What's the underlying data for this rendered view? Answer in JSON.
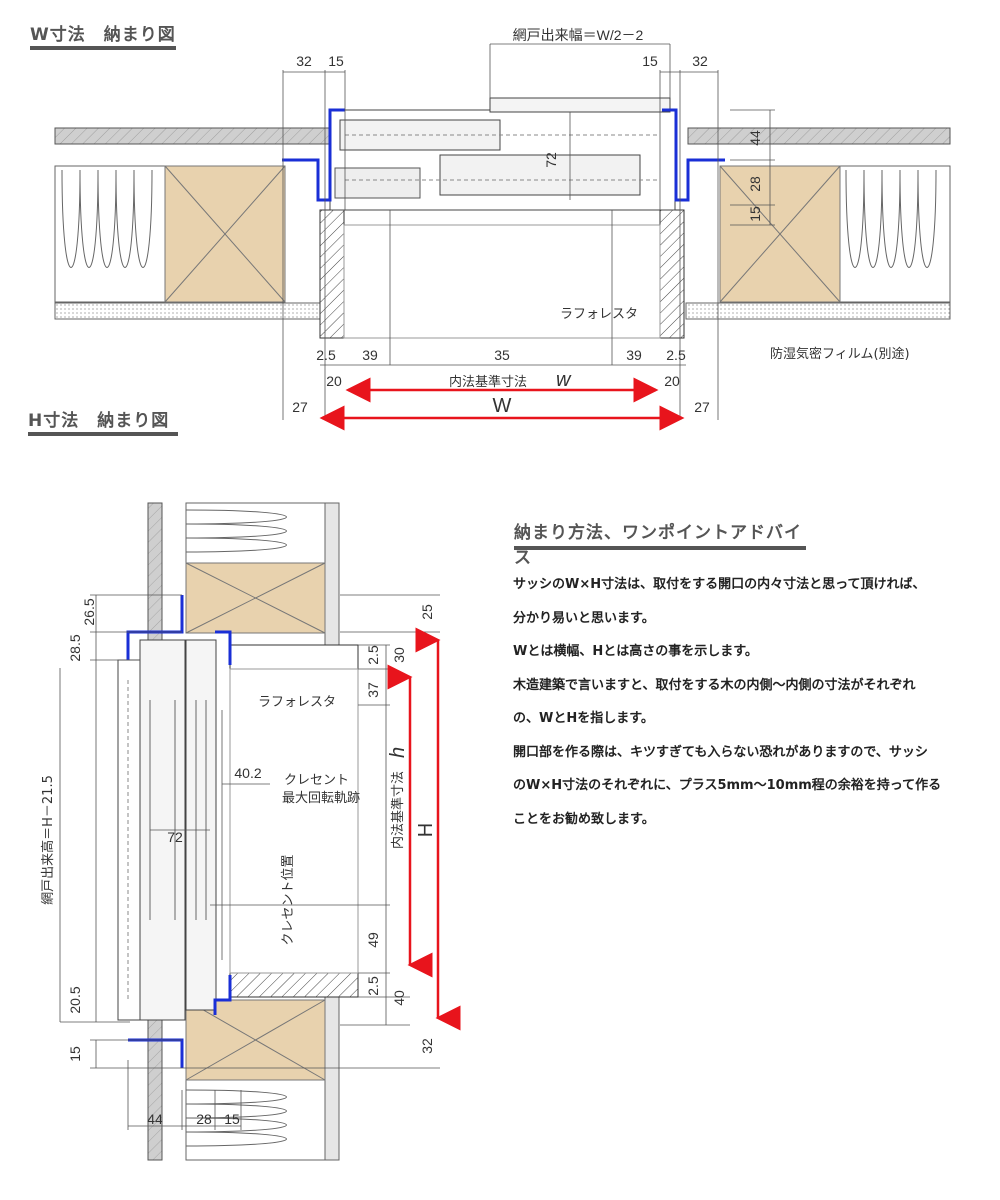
{
  "headings": {
    "w_section": "W寸法　納まり図",
    "h_section": "H寸法　納まり図",
    "advice": "納まり方法、ワンポイントアドバイス"
  },
  "w_diagram": {
    "screen_width_label": "網戸出来幅＝W/2－2",
    "dim_32_left": "32",
    "dim_15_left": "15",
    "dim_15_right": "15",
    "dim_32_right": "32",
    "dim_72": "72",
    "dim_44": "44",
    "dim_28": "28",
    "dim_15_vert": "15",
    "rafo_label": "ラフォレスタ",
    "film_label": "防湿気密フィルム(別途)",
    "dim_2_5_left": "2.5",
    "dim_39_left": "39",
    "dim_35": "35",
    "dim_39_right": "39",
    "dim_2_5_right": "2.5",
    "dim_20_left": "20",
    "inner_label": "内法基準寸法",
    "inner_var": "w",
    "dim_20_right": "20",
    "dim_27_left": "27",
    "big_w": "W",
    "dim_27_right": "27"
  },
  "h_diagram": {
    "dim_26_5": "26.5",
    "dim_28_5": "28.5",
    "dim_25": "25",
    "dim_2_5_top": "2.5",
    "dim_30": "30",
    "dim_37": "37",
    "rafo_label": "ラフォレスタ",
    "dim_40_2": "40.2",
    "crescent_label_1": "クレセント",
    "crescent_label_2": "最大回転軌跡",
    "dim_72": "72",
    "crescent_pos_label": "クレセント位置",
    "screen_height_label": "網戸出来高＝H－21.5",
    "inner_label": "内法基準寸法",
    "inner_var": "h",
    "big_h": "H",
    "dim_49": "49",
    "dim_2_5_bottom": "2.5",
    "dim_40": "40",
    "dim_20_5": "20.5",
    "dim_32": "32",
    "dim_15": "15",
    "dim_44": "44",
    "dim_28": "28",
    "dim_15_bottom": "15"
  },
  "advice": {
    "lines": [
      "サッシのW×H寸法は、取付をする開口の内々寸法と思って頂ければ、",
      "分かり易いと思います。",
      "Wとは横幅、Hとは高さの事を示します。",
      "木造建築で言いますと、取付をする木の内側～内側の寸法がそれぞれ",
      "の、WとHを指します。",
      "開口部を作る際は、キツすぎても入らない恐れがありますので、サッシ",
      "のW×H寸法のそれぞれに、プラス5mm～10mm程の余裕を持って作る",
      "ことをお勧め致します。"
    ]
  },
  "colors": {
    "wood": "#e8d2ae",
    "frame_blue": "#1a2fd6",
    "arrow_red": "#e8141c",
    "board": "#c8c8c8",
    "insulation_outline": "#666666"
  }
}
